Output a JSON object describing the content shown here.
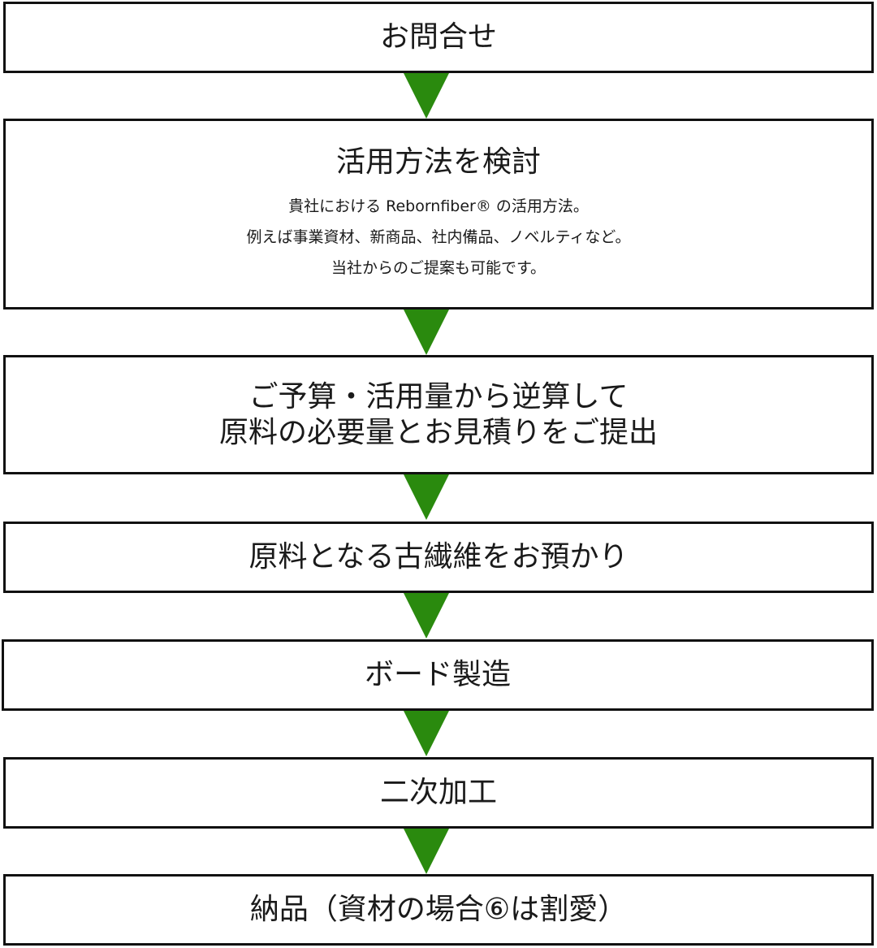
{
  "steps": [
    {
      "title": "お問合せ"
    },
    {
      "title": "活用方法を検討",
      "desc": [
        "貴社における Reborn​fiber® の活用方法。",
        "例えば事業資材、新商品、社内備品、ノベルティなど。",
        "当社からのご提案も可能です。"
      ]
    },
    {
      "title_lines": [
        "ご予算・活用量から逆算して",
        "原料の必要量とお見積りをご提出"
      ]
    },
    {
      "title": "原料となる古繊維をお預かり"
    },
    {
      "title": "ボード製造"
    },
    {
      "title": "二次加工"
    },
    {
      "title": "納品（資材の場合⑥は割愛）"
    }
  ],
  "colors": {
    "arrow": "#2a8a0e",
    "border": "#111111"
  }
}
